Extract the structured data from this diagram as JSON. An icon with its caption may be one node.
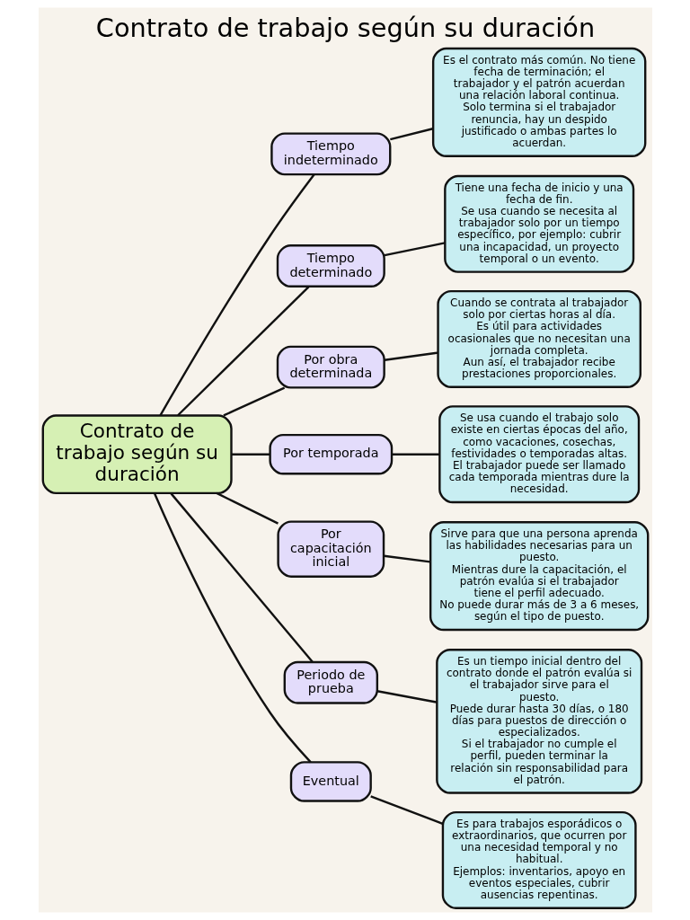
{
  "diagram": {
    "title": "Contrato de trabajo según su duración",
    "nodes": [
      {
        "text": [
          "Contrato de trabajo según su duración"
        ]
      },
      {
        "text": [
          "Tiempo indeterminado"
        ]
      },
      {
        "text": [
          "Tiempo determinado"
        ]
      },
      {
        "text": [
          "Por obra determinada"
        ]
      },
      {
        "text": [
          "Por temporada"
        ]
      },
      {
        "text": [
          "Por capacitación inicial"
        ]
      },
      {
        "text": [
          "Periodo de prueba"
        ]
      },
      {
        "text": [
          "Eventual"
        ]
      },
      {
        "text": [
          "Es el contrato más común. No tiene fecha de terminación; el trabajador y el patrón acuerdan una relación laboral continua.",
          "Solo termina si el trabajador renuncia, hay un despido justificado o ambas partes lo acuerdan."
        ]
      },
      {
        "text": [
          "Tiene una fecha de inicio y una fecha de fin.",
          "Se usa cuando se necesita al trabajador solo por un tiempo específico, por ejemplo: cubrir una incapacidad, un proyecto temporal o un evento."
        ]
      },
      {
        "text": [
          "Cuando se contrata al trabajador solo por ciertas horas al día.",
          "Es útil para actividades ocasionales que no necesitan una jornada completa.",
          "Aun así, el trabajador recibe prestaciones proporcionales."
        ]
      },
      {
        "text": [
          "Se usa cuando el trabajo solo existe en ciertas épocas del año, como vacaciones, cosechas, festividades o temporadas altas.",
          "El trabajador puede ser llamado cada temporada mientras dure la necesidad."
        ]
      },
      {
        "text": [
          "Sirve para que una persona aprenda las habilidades necesarias para un puesto.",
          "Mientras dure la capacitación, el patrón evalúa si el trabajador tiene el perfil adecuado.",
          "No puede durar más de 3 a 6 meses, según el tipo de puesto."
        ]
      },
      {
        "text": [
          "Es un tiempo inicial dentro del contrato donde el patrón evalúa si el trabajador sirve para el puesto.",
          "Puede durar hasta 30 días, o 180 días para puestos de dirección o especializados.",
          "Si el trabajador no cumple el perfil, pueden terminar la relación sin responsabilidad para el patrón."
        ]
      },
      {
        "text": [
          "Es para trabajos esporádicos o extraordinarios, que ocurren por una necesidad temporal y no habitual.",
          "Ejemplos: inventarios, apoyo en eventos especiales, cubrir ausencias repentinas."
        ]
      }
    ],
    "edges": [
      {
        "from": 0,
        "to": 1,
        "arrow": "none"
      },
      {
        "from": 0,
        "to": 2,
        "arrow": "none"
      },
      {
        "from": 0,
        "to": 3,
        "arrow": "none"
      },
      {
        "from": 0,
        "to": 4,
        "arrow": "none"
      },
      {
        "from": 0,
        "to": 5,
        "arrow": "none"
      },
      {
        "from": 0,
        "to": 6,
        "arrow": "none"
      },
      {
        "from": 0,
        "to": 7,
        "arrow": "none"
      },
      {
        "from": 1,
        "to": 8,
        "arrow": "none"
      },
      {
        "from": 2,
        "to": 9,
        "arrow": "none"
      },
      {
        "from": 3,
        "to": 10,
        "arrow": "none"
      },
      {
        "from": 4,
        "to": 11,
        "arrow": "none"
      },
      {
        "from": 5,
        "to": 12,
        "arrow": "none"
      },
      {
        "from": 6,
        "to": 13,
        "arrow": "none"
      },
      {
        "from": 7,
        "to": 14,
        "arrow": "none"
      }
    ]
  }
}
